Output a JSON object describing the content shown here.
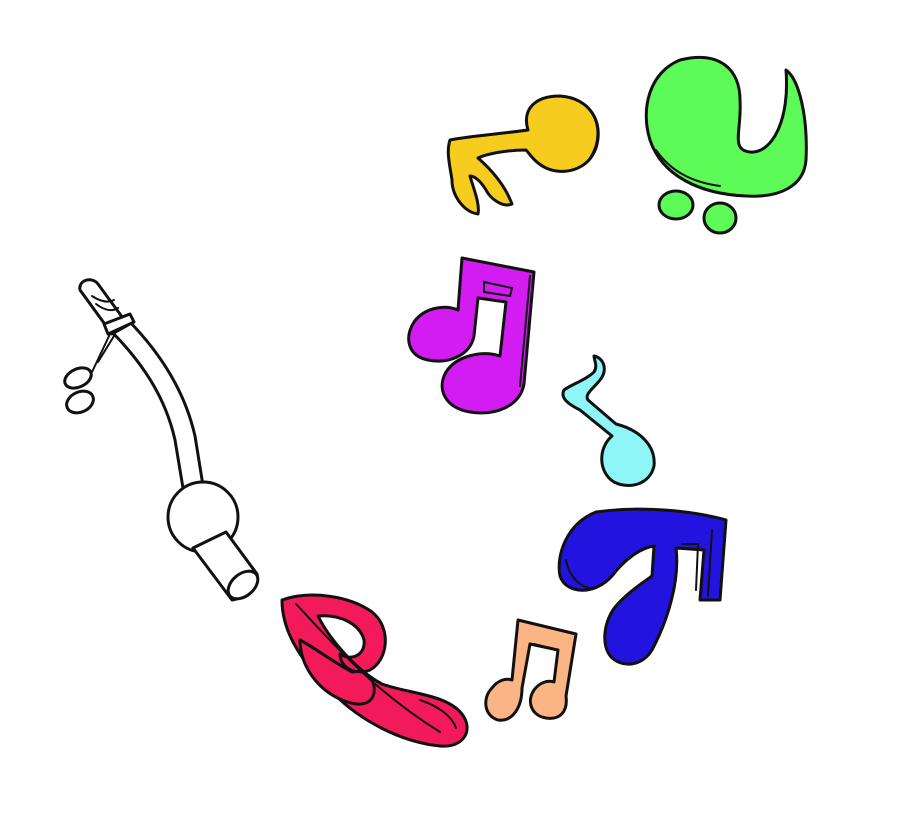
{
  "scene": {
    "background": "#ffffff",
    "subjects": [
      {
        "name": "instrument-mouthpiece",
        "color": "#ffffff"
      },
      {
        "name": "eighth-note-yellow",
        "color": "#f6cc1f"
      },
      {
        "name": "bass-clef-green",
        "color": "#5dfb57"
      },
      {
        "name": "beamed-notes-magenta",
        "color": "#d31cf2"
      },
      {
        "name": "eighth-rest-cyan",
        "color": "#8ef6f6"
      },
      {
        "name": "beamed-notes-blue",
        "color": "#2313de"
      },
      {
        "name": "treble-clef-crimson",
        "color": "#f21a58"
      },
      {
        "name": "beamed-notes-peach",
        "color": "#fbb585"
      }
    ]
  }
}
